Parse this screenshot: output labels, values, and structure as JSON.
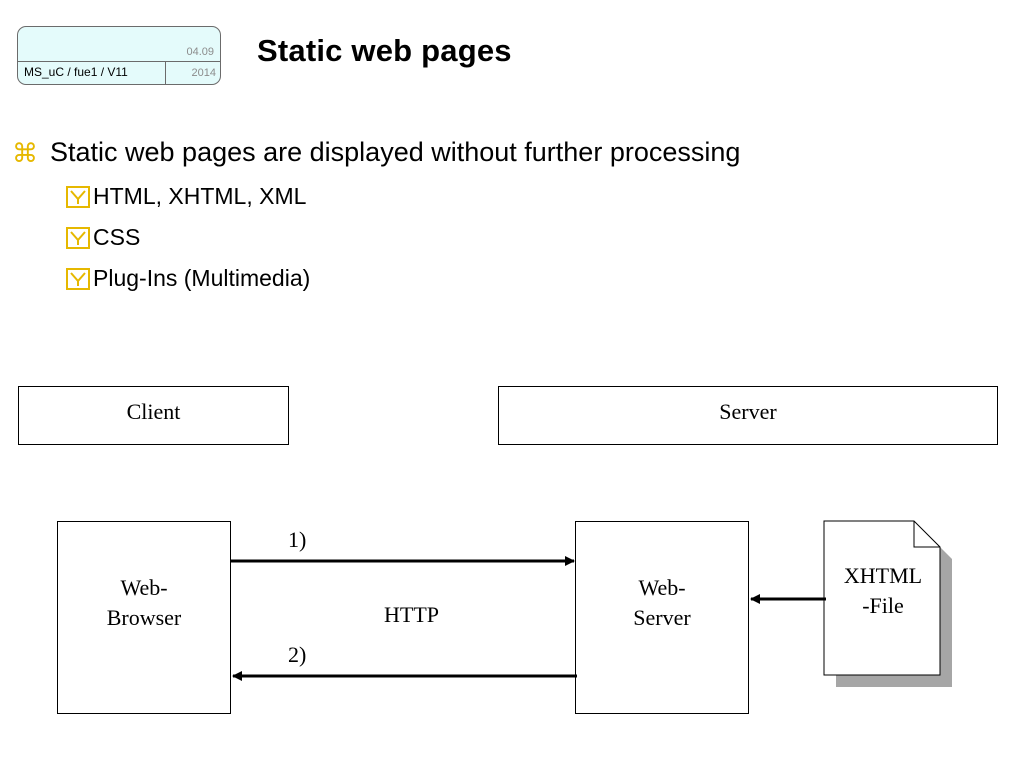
{
  "header": {
    "course": "MS_uC / fue1 / V11",
    "date_top": "04.09",
    "date_bottom": "2014",
    "background_color": "#e4fbfb"
  },
  "title": "Static web pages",
  "bullets": {
    "main": {
      "icon": "command-key-icon",
      "text": "Static web pages are displayed without further processing"
    },
    "sub": [
      {
        "icon": "checkbox-icon",
        "text": "HTML, XHTML, XML"
      },
      {
        "icon": "checkbox-icon",
        "text": "CSS"
      },
      {
        "icon": "checkbox-icon",
        "text": "Plug-Ins (Multimedia)"
      }
    ],
    "accent_color": "#e6b800"
  },
  "diagram": {
    "client_label": "Client",
    "server_label": "Server",
    "browser_label": "Web-\nBrowser",
    "webserver_label": "Web-\nServer",
    "file_label": "XHTML\n-File",
    "protocol_label": "HTTP",
    "request_label": "1)",
    "response_label": "2)"
  }
}
